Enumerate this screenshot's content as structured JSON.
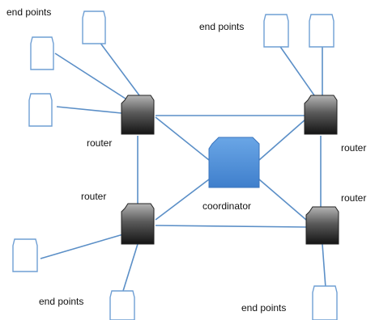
{
  "diagram": {
    "type": "network-topology",
    "labels": {
      "end_points_top_left": "end points",
      "end_points_top_right": "end points",
      "end_points_bottom_left": "end points",
      "end_points_bottom_right": "end points",
      "router_top_left": "router",
      "router_top_right": "router",
      "router_bottom_left": "router",
      "router_bottom_right": "router",
      "coordinator": "coordinator"
    },
    "nodes": {
      "routers": [
        "router-top-left",
        "router-top-right",
        "router-bottom-left",
        "router-bottom-right"
      ],
      "coordinator": "coordinator",
      "end_points": [
        "end-point-tl-1",
        "end-point-tl-2",
        "end-point-tl-3",
        "end-point-tr-1",
        "end-point-tr-2",
        "end-point-bl-1",
        "end-point-bl-2",
        "end-point-br-1"
      ]
    },
    "connections": [
      [
        "router-top-left",
        "router-top-right"
      ],
      [
        "router-top-left",
        "router-bottom-left"
      ],
      [
        "router-top-right",
        "router-bottom-right"
      ],
      [
        "router-bottom-left",
        "router-bottom-right"
      ],
      [
        "router-top-left",
        "coordinator"
      ],
      [
        "router-top-right",
        "coordinator"
      ],
      [
        "router-bottom-left",
        "coordinator"
      ],
      [
        "router-bottom-right",
        "coordinator"
      ],
      [
        "router-top-left",
        "end-point-tl-1"
      ],
      [
        "router-top-left",
        "end-point-tl-2"
      ],
      [
        "router-top-left",
        "end-point-tl-3"
      ],
      [
        "router-top-right",
        "end-point-tr-1"
      ],
      [
        "router-top-right",
        "end-point-tr-2"
      ],
      [
        "router-bottom-left",
        "end-point-bl-1"
      ],
      [
        "router-bottom-left",
        "end-point-bl-2"
      ],
      [
        "router-bottom-right",
        "end-point-br-1"
      ]
    ],
    "colors": {
      "line": "#5b8fc7",
      "end_point_stroke": "#6f9fd4",
      "coordinator_fill": "#4f8fd8",
      "router_top": "#a0a0a0",
      "router_bottom": "#1a1a1a"
    }
  }
}
